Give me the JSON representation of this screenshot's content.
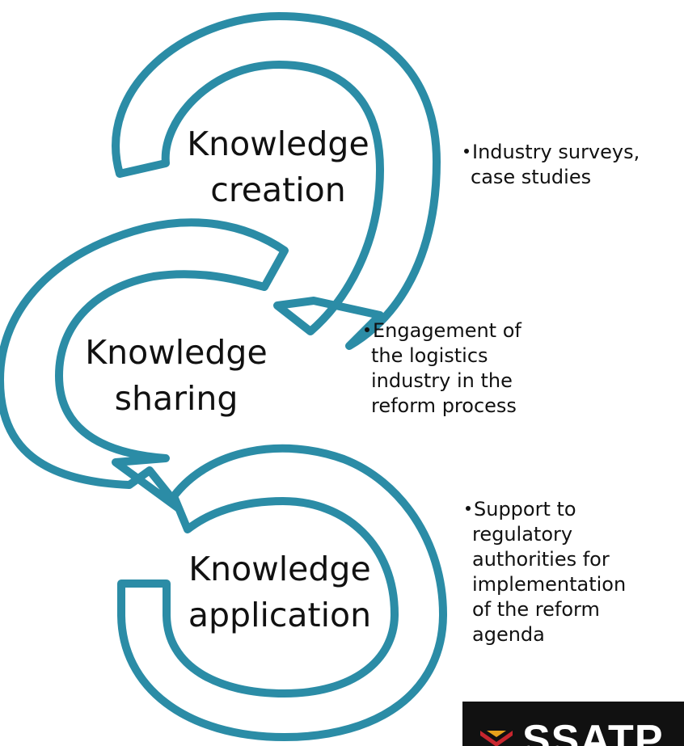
{
  "colors": {
    "arrow_stroke": "#2b8ca6",
    "arrow_fill": "#ffffff",
    "text": "#111111",
    "logo_bg": "#111111",
    "logo_text": "#ffffff",
    "logo_mark_red": "#c8262e",
    "logo_mark_gold": "#e7a21b"
  },
  "stages": [
    {
      "id": "creation",
      "label_lines": [
        "Knowledge",
        "creation"
      ],
      "bullet_lines": [
        "Industry surveys,",
        "case studies"
      ]
    },
    {
      "id": "sharing",
      "label_lines": [
        "Knowledge",
        "sharing"
      ],
      "bullet_lines": [
        "Engagement of",
        "the logistics",
        "industry in the",
        "reform process"
      ]
    },
    {
      "id": "application",
      "label_lines": [
        "Knowledge",
        "application"
      ],
      "bullet_lines": [
        "Support to",
        "regulatory",
        "authorities for",
        "implementation",
        "of the reform",
        "agenda"
      ]
    }
  ],
  "logo": {
    "text": "SSATP",
    "mark_icon": "chevron-logo-mark"
  }
}
